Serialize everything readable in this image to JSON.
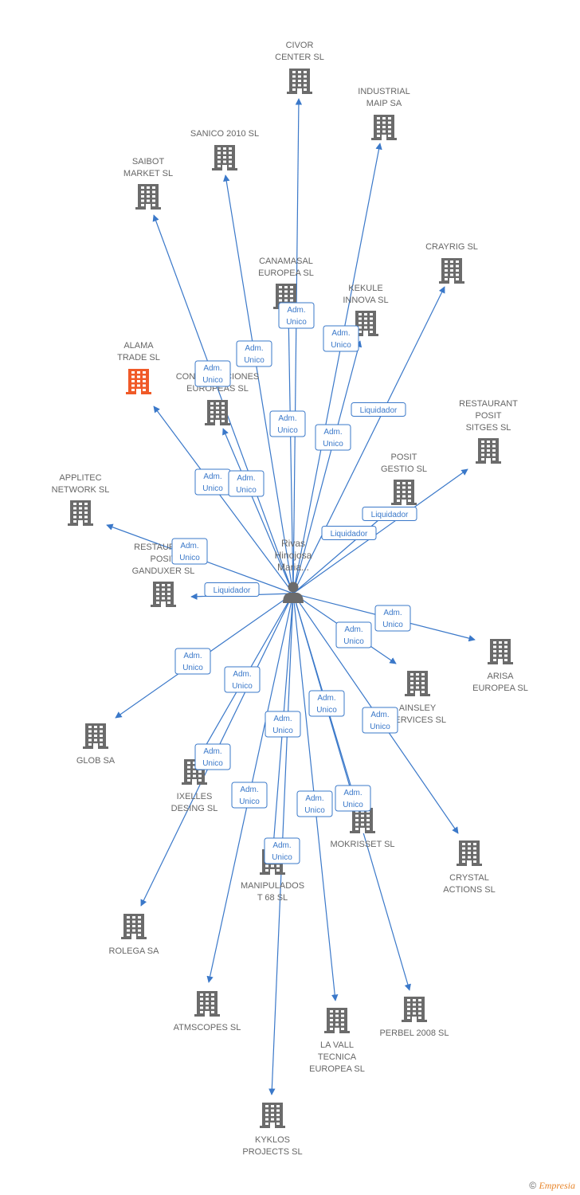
{
  "colors": {
    "company": "#6b6b6b",
    "highlight": "#f05a28",
    "edge": "#3a78c9",
    "person": "#6b6b6b"
  },
  "center": {
    "name_lines": [
      "Rivas",
      "Hinojosa",
      "Maria..."
    ],
    "icon": "person-icon"
  },
  "companies": [
    {
      "id": "civor",
      "lines": [
        "CIVOR",
        "CENTER SL"
      ]
    },
    {
      "id": "industrial-maip",
      "lines": [
        "INDUSTRIAL",
        "MAIP SA"
      ]
    },
    {
      "id": "sanico",
      "lines": [
        "SANICO 2010 SL"
      ]
    },
    {
      "id": "saibot",
      "lines": [
        "SAIBOT",
        "MARKET SL"
      ]
    },
    {
      "id": "crayrig",
      "lines": [
        "CRAYRIG SL"
      ]
    },
    {
      "id": "canamasal",
      "lines": [
        "CANAMASAL",
        "EUROPEA SL"
      ]
    },
    {
      "id": "kekule",
      "lines": [
        "KEKULE",
        "INNOVA SL"
      ]
    },
    {
      "id": "alama",
      "lines": [
        "ALAMA",
        "TRADE SL"
      ],
      "highlight": true
    },
    {
      "id": "construcciones",
      "lines": [
        "CONSTRUCCIONES",
        "EUROPEAS SL"
      ]
    },
    {
      "id": "restaurant-sitges",
      "lines": [
        "RESTAURANT",
        "POSIT",
        "SITGES SL"
      ]
    },
    {
      "id": "posit-gestio",
      "lines": [
        "POSIT",
        "GESTIO SL"
      ]
    },
    {
      "id": "applitec",
      "lines": [
        "APPLITEC",
        "NETWORK SL"
      ]
    },
    {
      "id": "restaurant-ganduxer",
      "lines": [
        "RESTAURANT",
        "POSIT",
        "GANDUXER SL"
      ]
    },
    {
      "id": "arisa",
      "lines": [
        "ARISA",
        "EUROPEA SL"
      ]
    },
    {
      "id": "ainsley",
      "lines": [
        "AINSLEY",
        "SERVICES SL"
      ]
    },
    {
      "id": "glob",
      "lines": [
        "GLOB SA"
      ]
    },
    {
      "id": "ixelles",
      "lines": [
        "IXELLES",
        "DESING SL"
      ]
    },
    {
      "id": "mokrisset",
      "lines": [
        "MOKRISSET SL"
      ]
    },
    {
      "id": "crystal",
      "lines": [
        "CRYSTAL",
        "ACTIONS SL"
      ]
    },
    {
      "id": "manipulados",
      "lines": [
        "MANIPULADOS",
        "T 68 SL"
      ]
    },
    {
      "id": "rolega",
      "lines": [
        "ROLEGA SA"
      ]
    },
    {
      "id": "atmscopes",
      "lines": [
        "ATMSCOPES SL"
      ]
    },
    {
      "id": "perbel",
      "lines": [
        "PERBEL 2008 SL"
      ]
    },
    {
      "id": "la-vall",
      "lines": [
        "LA VALL",
        "TECNICA",
        "EUROPEA SL"
      ]
    },
    {
      "id": "kyklos",
      "lines": [
        "KYKLOS",
        "PROJECTS SL"
      ]
    }
  ],
  "edges": [
    {
      "target": "civor",
      "lines": [
        "Adm.",
        "Unico"
      ]
    },
    {
      "target": "industrial-maip",
      "lines": [
        "Adm.",
        "Unico"
      ]
    },
    {
      "target": "sanico",
      "lines": [
        "Adm.",
        "Unico"
      ]
    },
    {
      "target": "saibot",
      "lines": [
        "Adm.",
        "Unico"
      ]
    },
    {
      "target": "crayrig",
      "lines": [
        "Liquidador"
      ]
    },
    {
      "target": "canamasal",
      "lines": [
        "Adm.",
        "Unico"
      ]
    },
    {
      "target": "kekule",
      "lines": [
        "Adm.",
        "Unico"
      ]
    },
    {
      "target": "alama",
      "lines": [
        "Adm.",
        "Unico"
      ]
    },
    {
      "target": "construcciones",
      "lines": [
        "Adm.",
        "Unico"
      ]
    },
    {
      "target": "restaurant-sitges",
      "lines": [
        "Liquidador"
      ]
    },
    {
      "target": "posit-gestio",
      "lines": [
        "Liquidador"
      ]
    },
    {
      "target": "applitec",
      "lines": [
        "Adm.",
        "Unico"
      ]
    },
    {
      "target": "restaurant-ganduxer",
      "lines": [
        "Liquidador"
      ]
    },
    {
      "target": "arisa",
      "lines": [
        "Adm.",
        "Unico"
      ]
    },
    {
      "target": "ainsley",
      "lines": [
        "Adm.",
        "Unico"
      ]
    },
    {
      "target": "glob",
      "lines": [
        "Adm.",
        "Unico"
      ]
    },
    {
      "target": "ixelles",
      "lines": [
        "Adm.",
        "Unico"
      ]
    },
    {
      "target": "mokrisset",
      "lines": [
        "Adm.",
        "Unico"
      ]
    },
    {
      "target": "crystal",
      "lines": [
        "Adm.",
        "Unico"
      ]
    },
    {
      "target": "manipulados",
      "lines": [
        "Adm.",
        "Unico"
      ]
    },
    {
      "target": "rolega",
      "lines": [
        "Adm.",
        "Unico"
      ]
    },
    {
      "target": "atmscopes",
      "lines": [
        "Adm.",
        "Unico"
      ]
    },
    {
      "target": "perbel",
      "lines": [
        "Adm.",
        "Unico"
      ]
    },
    {
      "target": "la-vall",
      "lines": [
        "Adm.",
        "Unico"
      ]
    },
    {
      "target": "kyklos",
      "lines": [
        "Adm.",
        "Unico"
      ]
    }
  ],
  "footer": {
    "symbol": "©",
    "brand": "Empresia"
  }
}
